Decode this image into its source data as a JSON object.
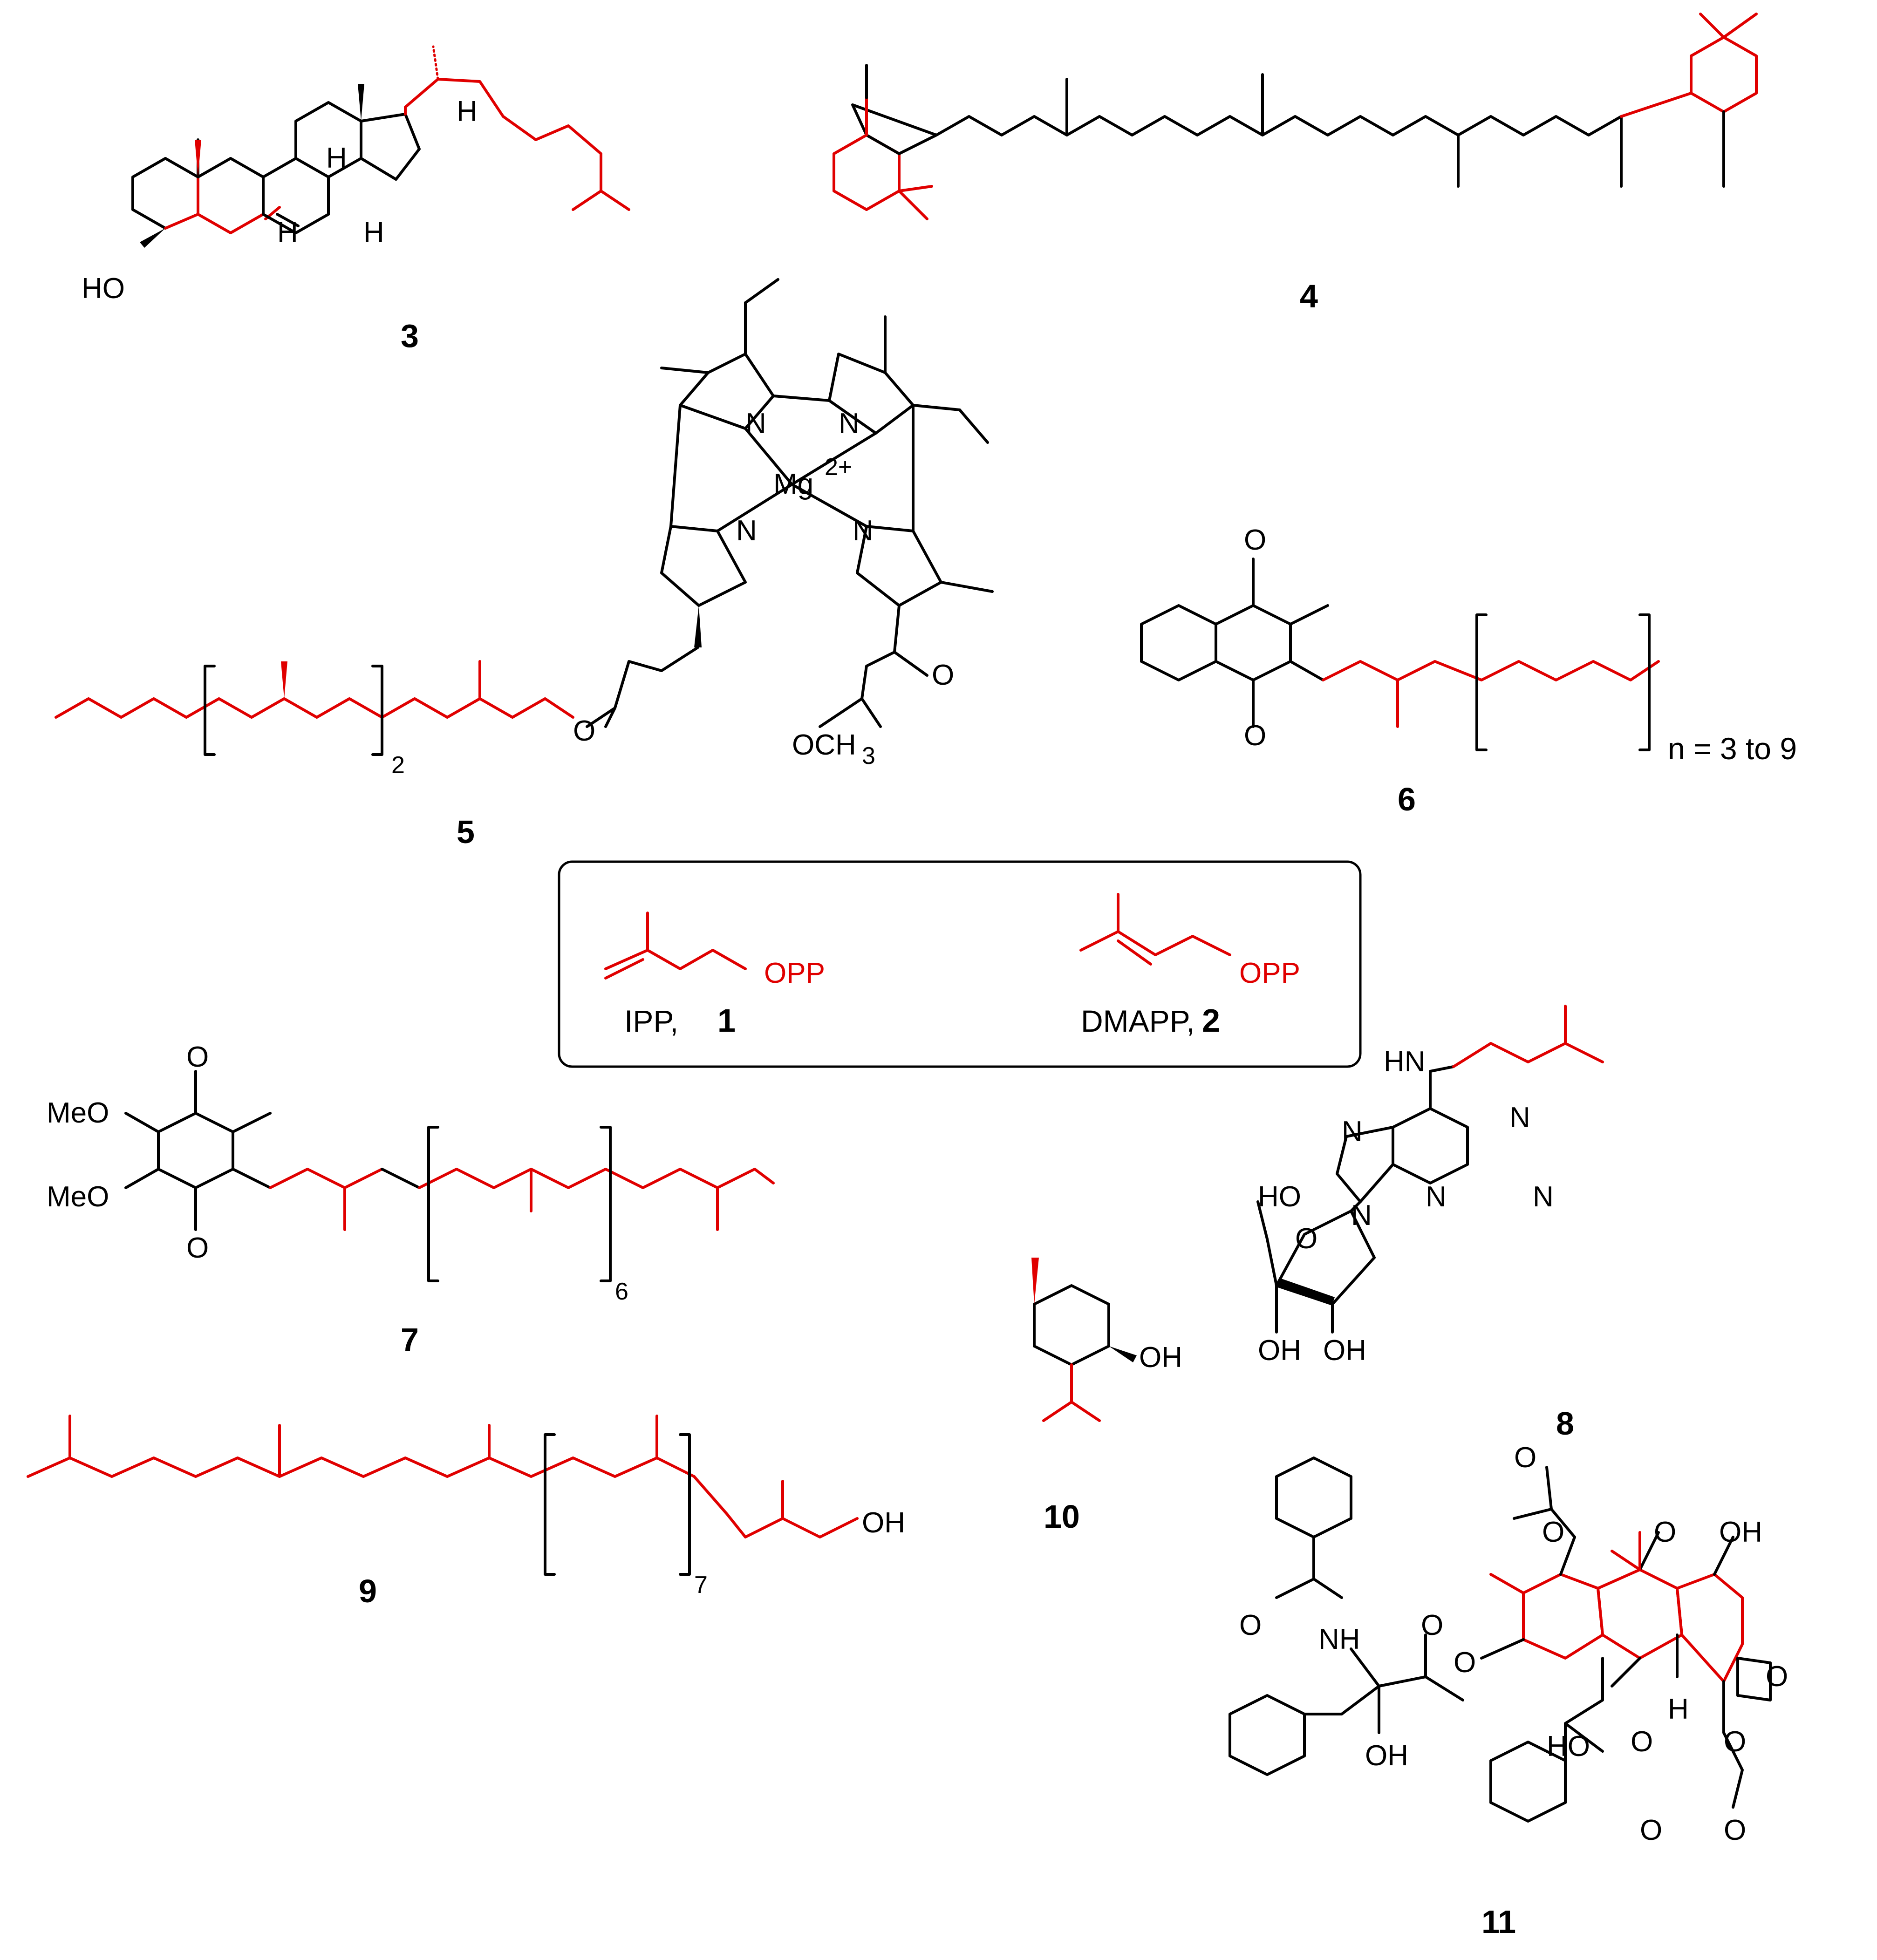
{
  "compounds": {
    "c3": {
      "label": "3"
    },
    "c4": {
      "label": "4"
    },
    "c5": {
      "label": "5",
      "repeat": "2"
    },
    "c6": {
      "label": "6",
      "repeat": "n = 3 to 9"
    },
    "c7": {
      "label": "7",
      "repeat": "6"
    },
    "c8": {
      "label": "8"
    },
    "c9": {
      "label": "9",
      "repeat": "7"
    },
    "c10": {
      "label": "10"
    },
    "c11": {
      "label": "11"
    }
  },
  "box": {
    "ipp_name": "IPP,",
    "ipp_label": "1",
    "dmapp_name": "DMAPP,",
    "dmapp_label": "2",
    "opp": "OPP"
  },
  "atoms": {
    "HO": "HO",
    "OH": "OH",
    "H": "H",
    "N": "N",
    "O": "O",
    "Mg": "Mg",
    "charge": "2+",
    "OCH": "OCH",
    "three": "3",
    "MeO": "MeO",
    "HN": "HN",
    "NH": "NH"
  },
  "colors": {
    "skeleton": "#000000",
    "isoprene": "#e00000"
  }
}
